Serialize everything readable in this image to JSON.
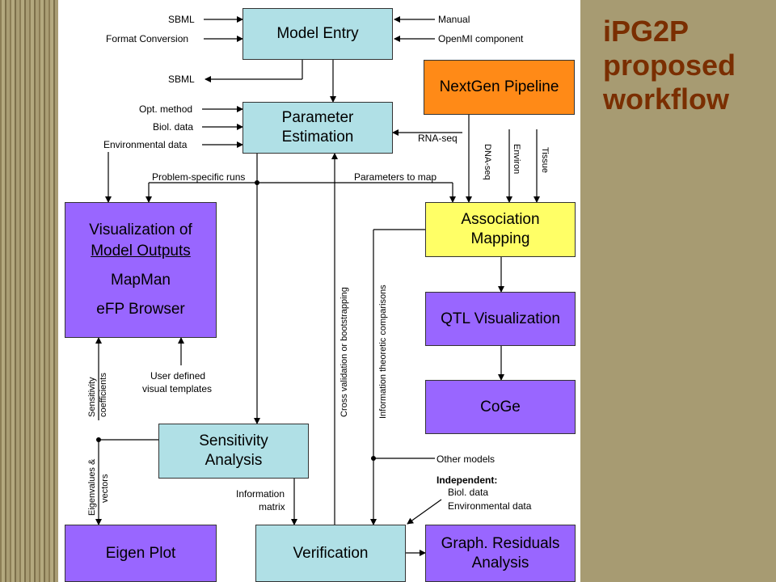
{
  "title": "iPG2P proposed workflow",
  "boxes": {
    "model_entry": "Model Entry",
    "nextgen": "NextGen Pipeline",
    "param_est_1": "Parameter",
    "param_est_2": "Estimation",
    "vis_line1": "Visualization of",
    "vis_line2": "Model Outputs",
    "vis_line3": "MapMan",
    "vis_line4": "eFP Browser",
    "assoc_1": "Association",
    "assoc_2": "Mapping",
    "qtl": "QTL Visualization",
    "coge": "CoGe",
    "sens_1": "Sensitivity",
    "sens_2": "Analysis",
    "eigen": "Eigen Plot",
    "verification": "Verification",
    "graph_1": "Graph. Residuals",
    "graph_2": "Analysis"
  },
  "labels": {
    "sbml_in": "SBML",
    "format_conversion": "Format Conversion",
    "manual": "Manual",
    "openmi": "OpenMI component",
    "sbml_out": "SBML",
    "opt_method": "Opt. method",
    "biol_data": "Biol. data",
    "env_data": "Environmental data",
    "rna_seq": "RNA-seq",
    "dna_seq": "DNA-seq",
    "environ": "Environ",
    "tissue": "Tissue",
    "problem_runs": "Problem-specific runs",
    "params_to_map": "Parameters to map",
    "cross_validation": "Cross validation or bootstrapping",
    "info_theoretic": "Information theoretic comparisons",
    "sens_coeff_1": "Sensitivity",
    "sens_coeff_2": "coefficients",
    "user_defined_1": "User defined",
    "user_defined_2": "visual templates",
    "eigen_vec_1": "Eigenvalues &",
    "eigen_vec_2": "vectors",
    "other_models": "Other models",
    "independent": "Independent:",
    "indep_biol": "Biol. data",
    "indep_env": "Environmental data",
    "info_matrix_1": "Information",
    "info_matrix_2": "matrix"
  },
  "colors": {
    "background": "#a79b72",
    "title": "#7a2e00",
    "cyan_box": "#b0e0e6",
    "purple_box": "#9966ff",
    "orange_box": "#ff8a17",
    "yellow_box": "#ffff66"
  }
}
